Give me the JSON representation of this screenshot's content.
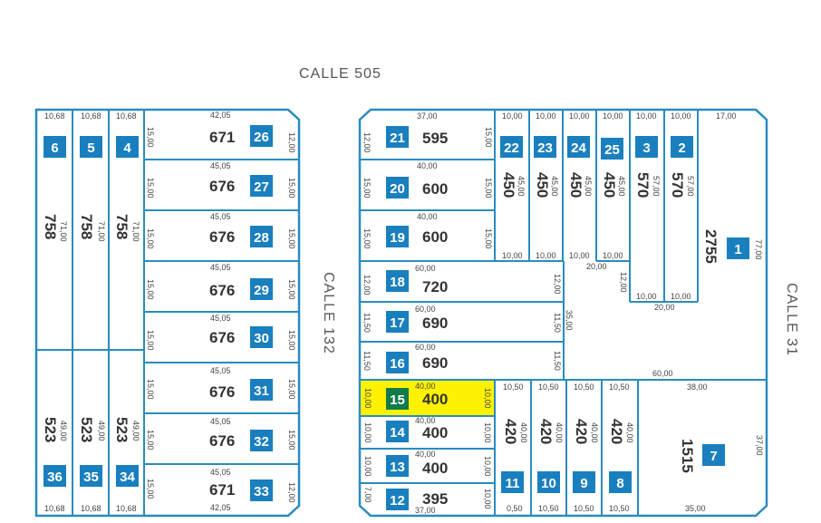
{
  "streets": {
    "top": "CALLE 505",
    "middle": "CALLE 132",
    "right": "CALLE 31"
  },
  "colors": {
    "line": "#2a8bbf",
    "badge": "#1a7fbe",
    "highlight": "#fff200"
  },
  "highlighted_lot": "15",
  "lots": {
    "6": {
      "area": "758"
    },
    "5": {
      "area": "758"
    },
    "4": {
      "area": "758"
    },
    "36": {
      "area": "523"
    },
    "35": {
      "area": "523"
    },
    "34": {
      "area": "523"
    },
    "26": {
      "area": "671"
    },
    "27": {
      "area": "676"
    },
    "28": {
      "area": "676"
    },
    "29": {
      "area": "676"
    },
    "30": {
      "area": "676"
    },
    "31": {
      "area": "676"
    },
    "32": {
      "area": "676"
    },
    "33": {
      "area": "671"
    },
    "21": {
      "area": "595"
    },
    "20": {
      "area": "600"
    },
    "19": {
      "area": "600"
    },
    "18": {
      "area": "720"
    },
    "17": {
      "area": "690"
    },
    "16": {
      "area": "690"
    },
    "15": {
      "area": "400"
    },
    "14": {
      "area": "400"
    },
    "13": {
      "area": "400"
    },
    "12": {
      "area": "395"
    },
    "22": {
      "area": "450"
    },
    "23": {
      "area": "450"
    },
    "24": {
      "area": "450"
    },
    "25": {
      "area": "450"
    },
    "3": {
      "area": "570"
    },
    "2": {
      "area": "570"
    },
    "1": {
      "area": "2755"
    },
    "11": {
      "area": "420"
    },
    "10": {
      "area": "420"
    },
    "9": {
      "area": "420"
    },
    "8": {
      "area": "420"
    },
    "7": {
      "area": "1515"
    }
  },
  "dims": {
    "d1068": "10,68",
    "d7100": "71,00",
    "d4900": "49,00",
    "d4205": "42,05",
    "d4505": "45,05",
    "d1500": "15,00",
    "d1200": "12,00",
    "d3700": "37,00",
    "d4000": "40,00",
    "d6000": "60,00",
    "d1150": "11,50",
    "d1000": "10,00",
    "d700": "7,00",
    "d1050": "10,50",
    "d050": "0,50",
    "d4500": "45,00",
    "d5700": "57,00",
    "d1700": "17,00",
    "d7700": "77,00",
    "d2000": "20,00",
    "d3500": "35,00",
    "d3800": "38,00"
  }
}
